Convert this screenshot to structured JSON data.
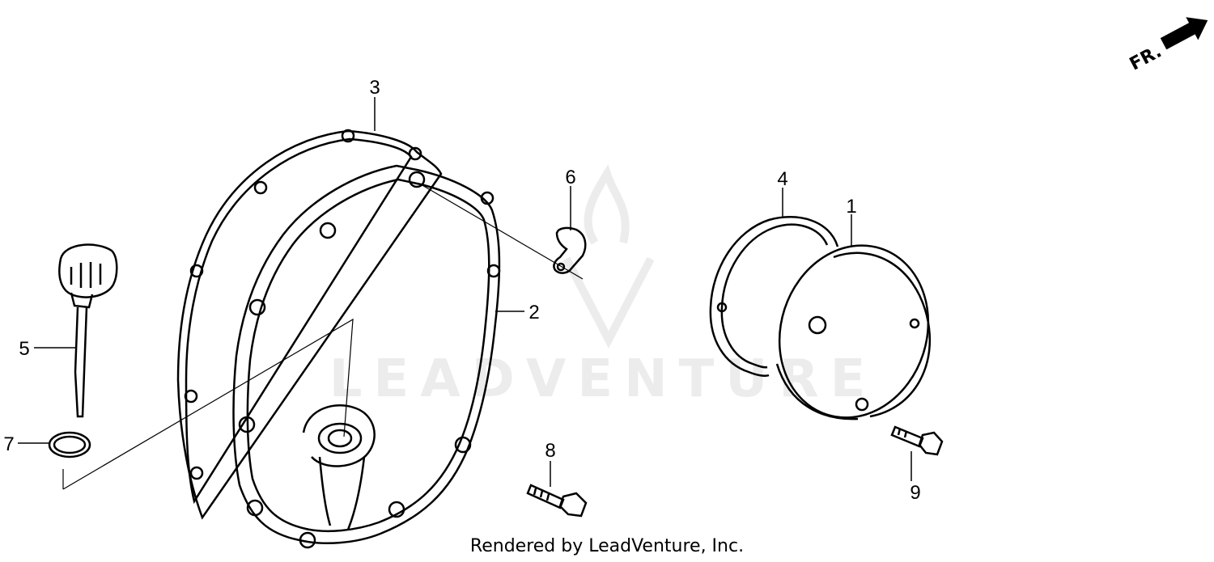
{
  "watermark": "LEADVENTURE",
  "direction": {
    "text": "FR."
  },
  "credit": "Rendered by LeadVenture, Inc.",
  "callouts": [
    {
      "id": "1",
      "label": "1"
    },
    {
      "id": "2",
      "label": "2"
    },
    {
      "id": "3",
      "label": "3"
    },
    {
      "id": "4",
      "label": "4"
    },
    {
      "id": "5",
      "label": "5"
    },
    {
      "id": "6",
      "label": "6"
    },
    {
      "id": "7",
      "label": "7"
    },
    {
      "id": "8",
      "label": "8"
    },
    {
      "id": "9",
      "label": "9"
    }
  ]
}
